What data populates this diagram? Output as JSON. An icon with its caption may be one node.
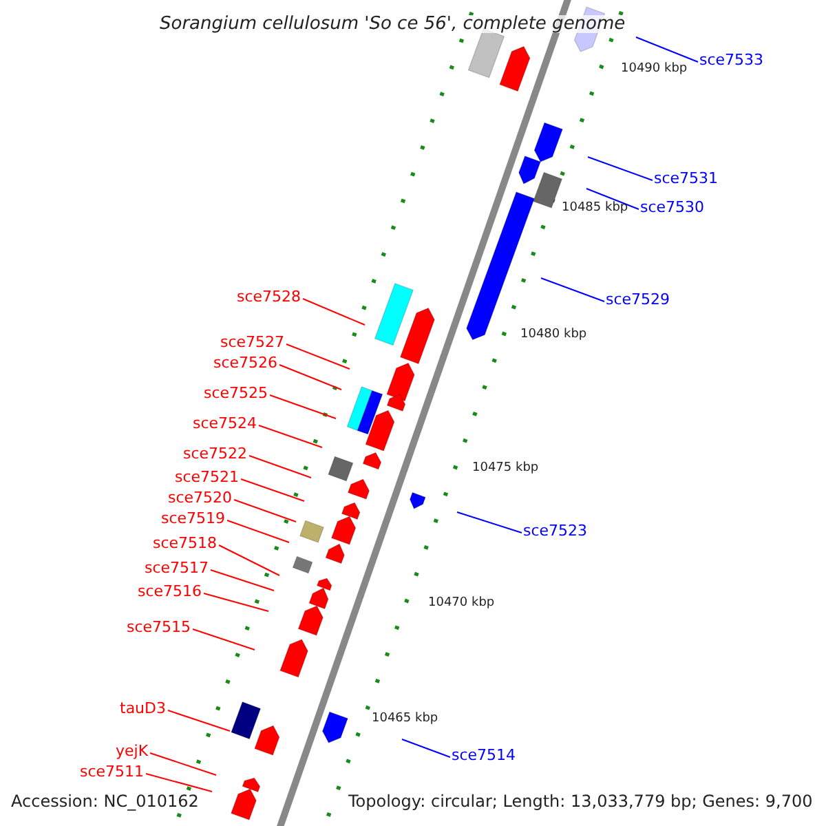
{
  "diagram": {
    "title": "Sorangium cellulosum 'So ce 56', complete genome",
    "nodes": [
      {
        "text": [
          "sce7533"
        ]
      },
      {
        "text": [
          "sce7531"
        ]
      },
      {
        "text": [
          "sce7530"
        ]
      },
      {
        "text": [
          "sce7528"
        ]
      },
      {
        "text": [
          "sce7529"
        ]
      },
      {
        "text": [
          "sce7527"
        ]
      },
      {
        "text": [
          "sce7526"
        ]
      },
      {
        "text": [
          "sce7525"
        ]
      },
      {
        "text": [
          "sce7524"
        ]
      },
      {
        "text": [
          "sce7522"
        ]
      },
      {
        "text": [
          "sce7521"
        ]
      },
      {
        "text": [
          "sce7520"
        ]
      },
      {
        "text": [
          "sce7519"
        ]
      },
      {
        "text": [
          "sce7523"
        ]
      },
      {
        "text": [
          "sce7518"
        ]
      },
      {
        "text": [
          "sce7517"
        ]
      },
      {
        "text": [
          "sce7516"
        ]
      },
      {
        "text": [
          "sce7515"
        ]
      },
      {
        "text": [
          "tauD3"
        ]
      },
      {
        "text": [
          "yejK"
        ]
      },
      {
        "text": [
          "sce7514"
        ]
      },
      {
        "text": [
          "sce7511"
        ]
      }
    ],
    "edges": [
      {
        "from": 0,
        "to": null,
        "arrow": "none",
        "color": "#0000ff"
      },
      {
        "from": 1,
        "to": null,
        "arrow": "none",
        "color": "#0000ff"
      },
      {
        "from": 2,
        "to": null,
        "arrow": "none",
        "color": "#0000ff"
      },
      {
        "from": 3,
        "to": null,
        "arrow": "none"
      },
      {
        "from": 4,
        "to": null,
        "arrow": "none",
        "color": "#0000ff"
      },
      {
        "from": 5,
        "to": null,
        "arrow": "none"
      },
      {
        "from": 6,
        "to": null,
        "arrow": "none"
      },
      {
        "from": 7,
        "to": null,
        "arrow": "none"
      },
      {
        "from": 8,
        "to": null,
        "arrow": "none"
      },
      {
        "from": 9,
        "to": null,
        "arrow": "none"
      },
      {
        "from": 10,
        "to": null,
        "arrow": "none"
      },
      {
        "from": 11,
        "to": null,
        "arrow": "none"
      },
      {
        "from": 12,
        "to": null,
        "arrow": "none"
      },
      {
        "from": 13,
        "to": null,
        "arrow": "none",
        "color": "#0000ff"
      },
      {
        "from": 14,
        "to": null,
        "arrow": "none"
      },
      {
        "from": 15,
        "to": null,
        "arrow": "none"
      },
      {
        "from": 16,
        "to": null,
        "arrow": "none"
      },
      {
        "from": 17,
        "to": null,
        "arrow": "none"
      },
      {
        "from": 18,
        "to": null,
        "arrow": "none"
      },
      {
        "from": 19,
        "to": null,
        "arrow": "none"
      },
      {
        "from": 20,
        "to": null,
        "arrow": "none",
        "color": "#0000ff"
      },
      {
        "from": 21,
        "to": null,
        "arrow": "none"
      }
    ],
    "labels": [
      "10490 kbp",
      "10485 kbp",
      "10480 kbp",
      "10475 kbp",
      "10470 kbp",
      "10465 kbp",
      "Accession: NC_010162",
      "Topology: circular; Length: 13,033,779 bp; Genes: 9,700"
    ]
  }
}
